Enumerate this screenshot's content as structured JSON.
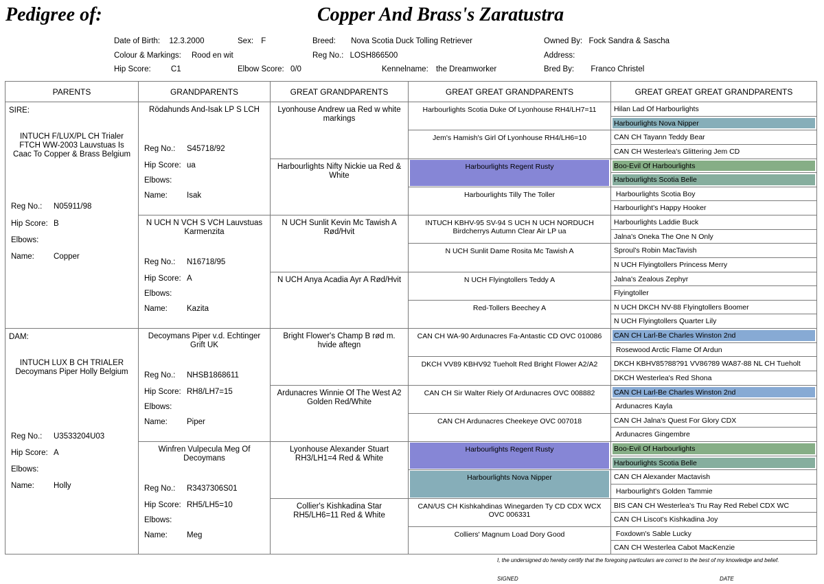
{
  "header": {
    "pedigree_label": "Pedigree of:",
    "dog_name": "Copper And Brass's Zaratustra"
  },
  "info": {
    "dob_label": "Date of Birth:",
    "dob": "12.3.2000",
    "sex_label": "Sex:",
    "sex": "F",
    "breed_label": "Breed:",
    "breed": "Nova Scotia Duck Tolling Retriever",
    "owned_label": "Owned By:",
    "owned": "Fock Sandra & Sascha",
    "colour_label": "Colour & Markings:",
    "colour": "Rood en wit",
    "reg_label": "Reg No.:",
    "reg": "LOSH866500",
    "address_label": "Address:",
    "hip_label": "Hip Score:",
    "hip": "C1",
    "elbow_label": "Elbow Score:",
    "elbow": "0/0",
    "kennel_label": "Kennelname:",
    "kennel": "the Dreamworker",
    "bred_label": "Bred By:",
    "bred": "Franco Christel"
  },
  "columns": [
    "PARENTS",
    "GRANDPARENTS",
    "GREAT GRANDPARENTS",
    "GREAT GREAT GRANDPARENTS",
    "GREAT GREAT GREAT GRANDPARENTS"
  ],
  "labels": {
    "reg": "Reg No.:",
    "hip": "Hip Score:",
    "elbows": "Elbows:",
    "name": "Name:"
  },
  "parents": [
    {
      "role": "SIRE:",
      "title": "INTUCH F/LUX/PL CH Trialer FTCH WW-2003 Lauvstuas Is Caac To Copper & Brass Belgium",
      "reg": "N05911/98",
      "hip": "B",
      "elbows": "",
      "name": "Copper"
    },
    {
      "role": "DAM:",
      "title": "INTUCH LUX B CH TRIALER Decoymans Piper Holly Belgium",
      "reg": "U3533204U03",
      "hip": "A",
      "elbows": "",
      "name": "Holly"
    }
  ],
  "grandparents": [
    {
      "title": "Rödahunds And-Isak  LP S LCH",
      "reg": "S45718/92",
      "hip": "ua",
      "elbows": "",
      "name": "Isak"
    },
    {
      "title": "N UCH N VCH S VCH Lauvstuas Karmenzita",
      "reg": "N16718/95",
      "hip": "A",
      "elbows": "",
      "name": "Kazita"
    },
    {
      "title": "Decoymans Piper v.d. Echtinger Grift UK",
      "reg": "NHSB1868611",
      "hip": "RH8/LH7=15",
      "elbows": "",
      "name": "Piper"
    },
    {
      "title": "Winfren Vulpecula Meg Of Decoymans",
      "reg": "R3437306S01",
      "hip": "RH5/LH5=10",
      "elbows": "",
      "name": "Meg"
    }
  ],
  "great_grandparents": [
    "Lyonhouse Andrew ua Red w white markings",
    "Harbourlights Nifty Nickie ua Red & White",
    "N UCH Sunlit Kevin Mc Tawish A Rød/Hvit",
    "N UCH Anya Acadia Ayr A Rød/Hvit",
    "Bright Flower's Champ B rød m. hvide aftegn",
    "Ardunacres Winnie Of The West A2 Golden Red/White",
    "Lyonhouse Alexander Stuart RH3/LH1=4 Red & White",
    "Collier's Kishkadina Star RH5/LH6=11 Red & White"
  ],
  "gg_grandparents": [
    {
      "name": "Harbourlights Scotia Duke Of Lyonhouse  RH4/LH7=11",
      "highlight": ""
    },
    {
      "name": "Jem's Hamish's Girl Of Lyonhouse  RH4/LH6=10",
      "highlight": ""
    },
    {
      "name": "Harbourlights Regent Rusty",
      "highlight": "purple"
    },
    {
      "name": "Harbourlights Tilly The Toller",
      "highlight": ""
    },
    {
      "name": "INTUCH KBHV-95 SV-94 S UCH N UCH NORDUCH Birdcherrys Autumn Clear Air LP ua",
      "highlight": ""
    },
    {
      "name": "N UCH Sunlit Dame Rosita Mc Tawish  A",
      "highlight": ""
    },
    {
      "name": "N UCH Flyingtollers Teddy  A",
      "highlight": ""
    },
    {
      "name": "Red-Tollers Beechey  A",
      "highlight": ""
    },
    {
      "name": "CAN CH WA-90 Ardunacres Fa-Antastic CD OVC 010086",
      "highlight": ""
    },
    {
      "name": "DKCH VV89 KBHV92 Tueholt Red Bright Flower  A2/A2",
      "highlight": ""
    },
    {
      "name": "CAN CH Sir Walter Riely Of Ardunacres  OVC 008882",
      "highlight": ""
    },
    {
      "name": "CAN CH Ardunacres Cheekeye  OVC 007018",
      "highlight": ""
    },
    {
      "name": "Harbourlights Regent Rusty",
      "highlight": "purple"
    },
    {
      "name": "Harbourlights Nova Nipper",
      "highlight": "teal"
    },
    {
      "name": "CAN/US CH Kishkahdinas Winegarden Ty CD CDX WCX OVC 006331",
      "highlight": ""
    },
    {
      "name": "Colliers' Magnum Load Dory  Good",
      "highlight": ""
    }
  ],
  "ggg_grandparents": [
    {
      "name": "Hilan Lad Of Harbourlights",
      "highlight": ""
    },
    {
      "name": "Harbourlights Nova Nipper",
      "highlight": "teal"
    },
    {
      "name": "CAN CH Tayann Teddy Bear",
      "highlight": ""
    },
    {
      "name": "CAN CH Westerlea's Glittering Jem CD",
      "highlight": ""
    },
    {
      "name": "Boo-Evil Of Harbourlights",
      "highlight": "green"
    },
    {
      "name": "Harbourlights Scotia Belle",
      "highlight": "green2"
    },
    {
      "name": " Harbourlights Scotia Boy",
      "highlight": ""
    },
    {
      "name": "Harbourlight's Happy Hooker",
      "highlight": ""
    },
    {
      "name": "Harbourlights Laddie Buck",
      "highlight": ""
    },
    {
      "name": "Jalna's Oneka The One N Only",
      "highlight": ""
    },
    {
      "name": "Sproul's Robin MacTavish",
      "highlight": ""
    },
    {
      "name": "N UCH Flyingtollers Princess Merry",
      "highlight": ""
    },
    {
      "name": "Jalna's Zealous Zephyr",
      "highlight": ""
    },
    {
      "name": "Flyingtoller",
      "highlight": ""
    },
    {
      "name": "N UCH DKCH NV-88 Flyingtollers Boomer",
      "highlight": ""
    },
    {
      "name": "N UCH Flyingtollers Quarter Lily",
      "highlight": ""
    },
    {
      "name": "CAN CH Larl-Be Charles Winston 2nd",
      "highlight": "blue"
    },
    {
      "name": " Rosewood Arctic Flame Of Ardun",
      "highlight": ""
    },
    {
      "name": "DKCH KBHV85?88?91 VV86?89 WA87-88 NL CH Tueholt",
      "highlight": ""
    },
    {
      "name": "DKCH Westerlea's Red Shona",
      "highlight": ""
    },
    {
      "name": "CAN CH Larl-Be Charles Winston 2nd",
      "highlight": "blue"
    },
    {
      "name": " Ardunacres Kayla",
      "highlight": ""
    },
    {
      "name": "CAN CH Jalna's Quest For Glory CDX",
      "highlight": ""
    },
    {
      "name": " Ardunacres Gingembre",
      "highlight": ""
    },
    {
      "name": "Boo-Evil Of Harbourlights",
      "highlight": "green"
    },
    {
      "name": "Harbourlights Scotia Belle",
      "highlight": "green2"
    },
    {
      "name": "CAN CH Alexander Mactavish",
      "highlight": ""
    },
    {
      "name": " Harbourlight's Golden Tammie",
      "highlight": ""
    },
    {
      "name": "BIS CAN CH Westerlea's Tru Ray Red Rebel CDX WC",
      "highlight": ""
    },
    {
      "name": "CAN CH Liscot's Kishkadina Joy",
      "highlight": ""
    },
    {
      "name": " Foxdown's Sable Lucky",
      "highlight": ""
    },
    {
      "name": "CAN CH Westerlea Cabot MacKenzie",
      "highlight": ""
    }
  ],
  "footer": {
    "certification": "I, the undersigned do hereby certify that the foregoing  particulars are correct to the best of my knowledge and belief.",
    "signed": "SIGNED",
    "date": "DATE"
  },
  "colors": {
    "purple": "#8686d6",
    "teal": "#86aeb9",
    "blue": "#87aad4",
    "green": "#86ae86",
    "green2": "#86ae9e",
    "border": "#7a7a7a"
  }
}
